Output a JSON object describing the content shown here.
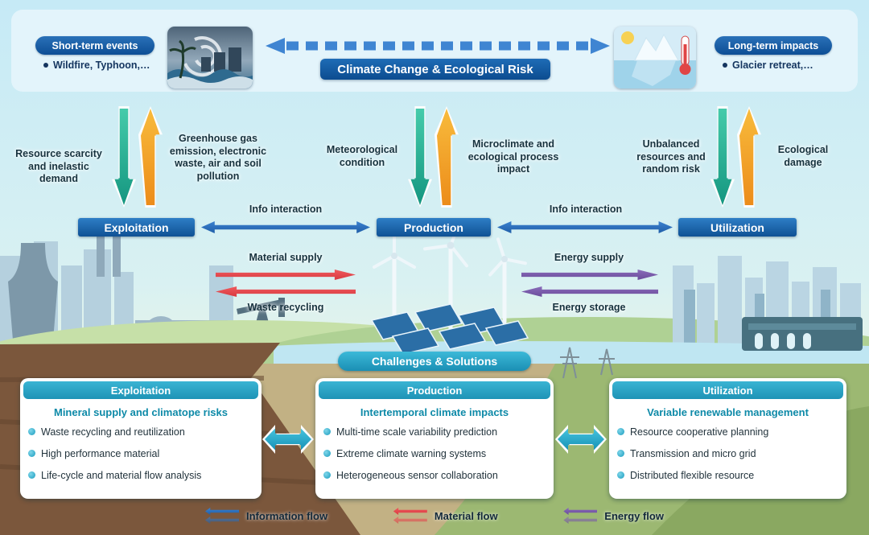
{
  "header": {
    "short_term_badge": "Short-term events",
    "short_term_item": "Wildfire, Typhoon,…",
    "title": "Climate Change & Ecological Risk",
    "long_term_badge": "Long-term impacts",
    "long_term_item": "Glacier retreat,…"
  },
  "impact_labels": {
    "resource_scarcity": "Resource scarcity and inelastic demand",
    "greenhouse": "Greenhouse gas emission, electronic waste, air and soil pollution",
    "meteorological": "Meteorological condition",
    "microclimate": "Microclimate and ecological process impact",
    "unbalanced": "Unbalanced resources and random risk",
    "ecological": "Ecological damage"
  },
  "nodes": {
    "exploitation": "Exploitation",
    "production": "Production",
    "utilization": "Utilization"
  },
  "flows": {
    "info_left": "Info interaction",
    "info_right": "Info interaction",
    "material_supply": "Material supply",
    "waste_recycling": "Waste recycling",
    "energy_supply": "Energy supply",
    "energy_storage": "Energy storage"
  },
  "challenges": {
    "banner": "Challenges & Solutions",
    "cards": [
      {
        "header": "Exploitation",
        "subtitle": "Mineral supply and climatope risks",
        "items": [
          "Waste recycling and reutilization",
          "High performance material",
          "Life-cycle and material flow analysis"
        ]
      },
      {
        "header": "Production",
        "subtitle": "Intertemporal climate impacts",
        "items": [
          "Multi-time scale variability prediction",
          "Extreme climate warning systems",
          "Heterogeneous sensor collaboration"
        ]
      },
      {
        "header": "Utilization",
        "subtitle": "Variable renewable management",
        "items": [
          "Resource cooperative planning",
          "Transmission and micro grid",
          "Distributed flexible resource"
        ]
      }
    ]
  },
  "legend": {
    "information": "Information flow",
    "material": "Material flow",
    "energy": "Energy flow"
  },
  "colors": {
    "dark_blue": "#0f5194",
    "teal_arrow": "#159680",
    "orange_arrow": "#ec8c1a",
    "red_arrow": "#d93a40",
    "purple_arrow": "#6a4c9b",
    "card_teal": "#1e93b6",
    "sky": "#bfe7f3",
    "soil_brown": "#7b573c"
  }
}
